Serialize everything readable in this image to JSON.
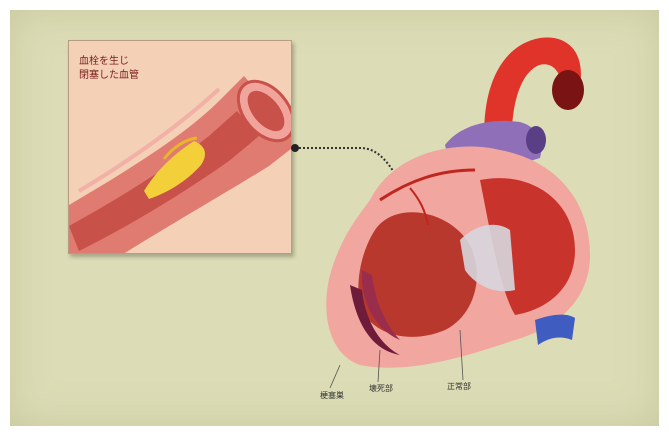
{
  "inset": {
    "caption": "血栓を生じ\n閉塞した血管"
  },
  "labels": {
    "label_1": "梗塞巣",
    "label_2": "壊死部",
    "label_3": "正常部"
  },
  "colors": {
    "background": "#dcdcb6",
    "vessel": "#e07b72",
    "vessel_dark": "#c8514a",
    "plaque": "#f3cf3a",
    "heart_muscle": "#c8332b",
    "heart_light": "#f1a6a0",
    "aorta": "#e0342a",
    "vein": "#8f6fb8",
    "vena_cava": "#3f5cc0",
    "valve": "#d7d7de"
  }
}
